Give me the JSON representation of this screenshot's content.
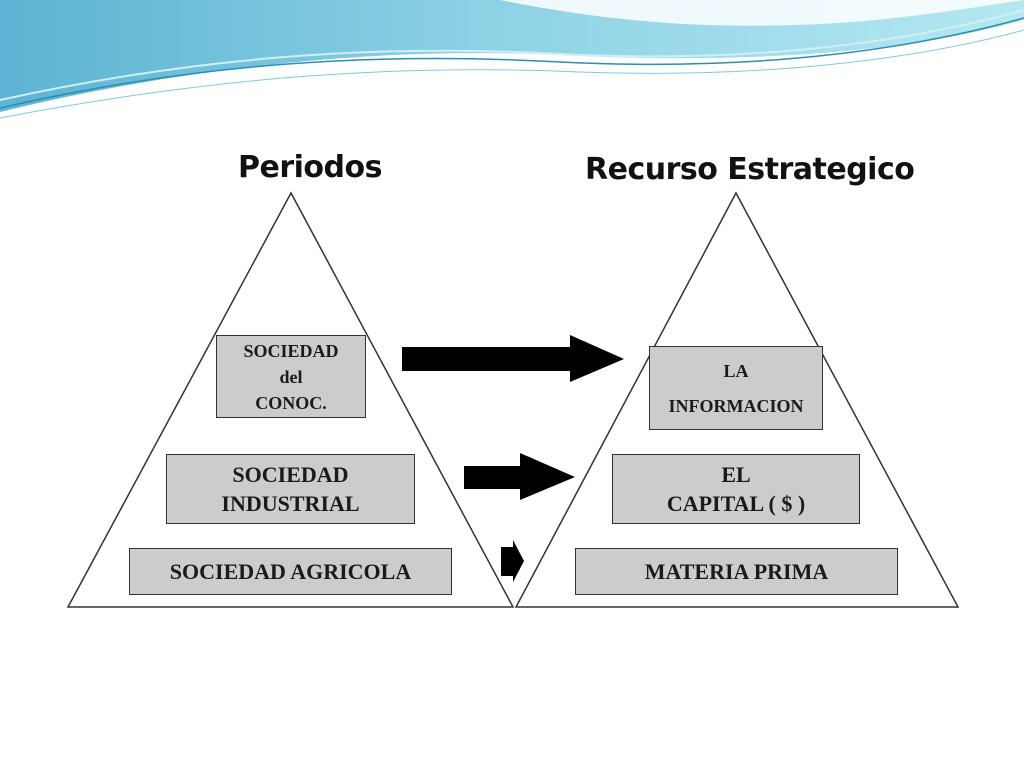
{
  "diagram": {
    "left_title": "Periodos",
    "right_title": "Recurso Estrategico",
    "periods": [
      {
        "lines": [
          "SOCIEDAD",
          "del",
          "CONOC."
        ]
      },
      {
        "lines": [
          "SOCIEDAD",
          "INDUSTRIAL"
        ]
      },
      {
        "lines": [
          "SOCIEDAD AGRICOLA"
        ]
      }
    ],
    "resources": [
      {
        "lines": [
          "LA",
          "INFORMACION"
        ]
      },
      {
        "lines": [
          "EL",
          "CAPITAL ( $ )"
        ]
      },
      {
        "lines": [
          "MATERIA PRIMA"
        ]
      }
    ]
  },
  "colors": {
    "box_fill": "#cccccc",
    "arrow": "#000000",
    "banner_light": "#a9e4ee",
    "banner_dark": "#4aa9c7"
  }
}
